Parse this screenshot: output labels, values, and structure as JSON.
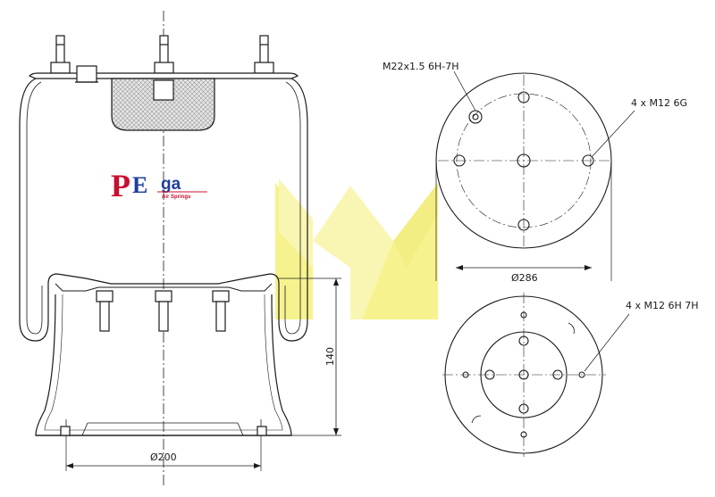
{
  "drawing": {
    "labels": {
      "thread_top": "M22x1.5 6H-7H",
      "holes_top": "4 x M12 6G",
      "dia_top": "Ø286",
      "holes_bottom": "4 x M12 6H 7H",
      "height": "140",
      "dia_base": "Ø200"
    },
    "logo": {
      "p": "P",
      "e": "E",
      "ga": "ga",
      "sub": "Air Springs"
    },
    "colors": {
      "line": "#1a1a1a",
      "hatch": "#d9d9d9",
      "watermark": "#f5f07a",
      "logo_red": "#c8102e",
      "logo_blue": "#1f3f9a"
    }
  }
}
